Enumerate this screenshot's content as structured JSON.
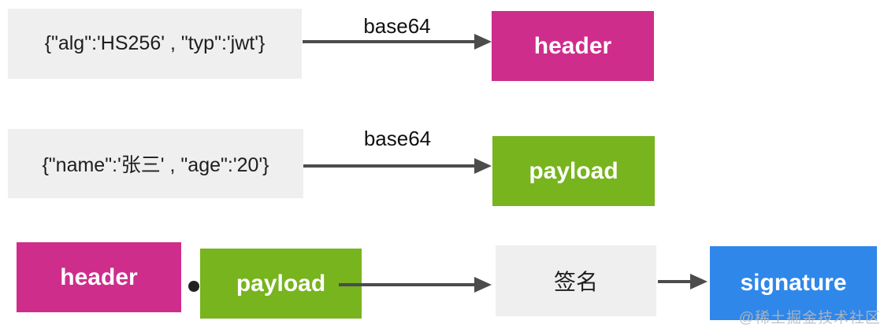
{
  "colors": {
    "header_box": "#CE2D8C",
    "payload_box": "#77B41E",
    "signature_box": "#2F87EA",
    "json_box_bg": "#EFEFEF",
    "arrow": "#4C4C4C",
    "text_dark": "#1E1E1E",
    "watermark_text": "#B8B8B8"
  },
  "icons": {
    "arrow_right": "→",
    "concat_dot": "•"
  },
  "row1": {
    "json_text": "{\"alg\":'HS256' , \"typ\":'jwt'}",
    "arrow_label": "base64",
    "box_label": "header"
  },
  "row2": {
    "json_text": "{\"name\":'张三' , \"age\":'20'}",
    "arrow_label": "base64",
    "box_label": "payload"
  },
  "row3": {
    "header_label": "header",
    "payload_label": "payload",
    "sign_label": "签名",
    "signature_label": "signature"
  },
  "watermark": "@稀土掘金技术社区"
}
